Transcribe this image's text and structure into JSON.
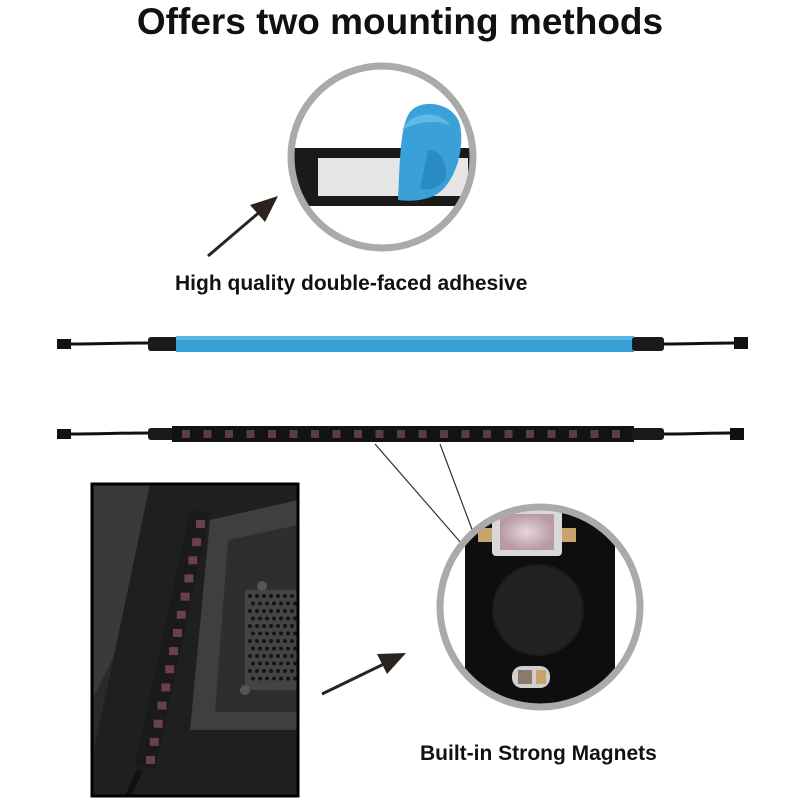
{
  "title": "Offers two mounting methods",
  "captions": {
    "adhesive": "High quality double-faced adhesive",
    "magnets": "Built-in Strong Magnets"
  },
  "colors": {
    "adhesive_backing": "#3aa0d8",
    "strip_body": "#111111",
    "circle_border": "#aaaaaa",
    "arrow": "#2a2320"
  },
  "icons": {
    "arrow_1": "arrow-up-right-icon",
    "arrow_2": "arrow-up-right-icon"
  }
}
